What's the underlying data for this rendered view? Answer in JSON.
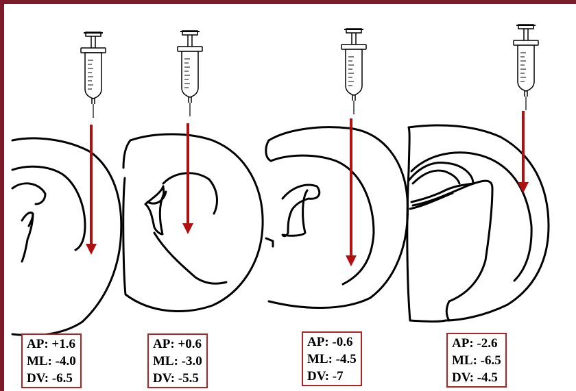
{
  "colors": {
    "frame": "#7a1a2a",
    "arrow": "#b01010",
    "label_border": "#b22222"
  },
  "icons": [
    "syringe-icon"
  ],
  "injections": [
    {
      "ap": "AP: +1.6",
      "ml": "ML: -4.0",
      "dv": "DV: -6.5"
    },
    {
      "ap": "AP: +0.6",
      "ml": "ML: -3.0",
      "dv": "DV: -5.5"
    },
    {
      "ap": "AP: -0.6",
      "ml": "ML: -4.5",
      "dv": "DV: -7"
    },
    {
      "ap": "AP: -2.6",
      "ml": "ML: -6.5",
      "dv": "DV: -4.5"
    }
  ]
}
